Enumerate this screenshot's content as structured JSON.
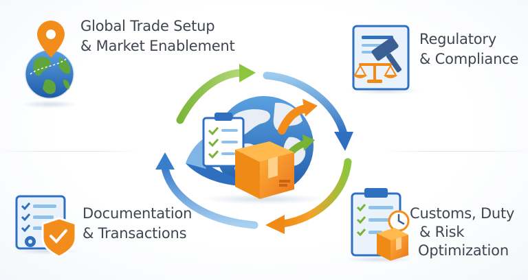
{
  "labels": {
    "top_left": {
      "line1": "Global Trade Setup",
      "line2": "& Market Enablement"
    },
    "top_right": {
      "line1": "Regulatory",
      "line2": "& Compliance"
    },
    "bottom_left": {
      "line1": "Documentation",
      "line2": "& Transactions"
    },
    "bottom_right": {
      "line1": "Customs, Duty",
      "line2": "& Risk",
      "line3": "Optimization"
    }
  },
  "icons": {
    "top_left": "globe-with-location-pin-icon",
    "top_right": "gavel-and-scales-document-icon",
    "bottom_left": "checklist-document-with-shield-icon",
    "bottom_right": "clipboard-with-box-and-clock-icon",
    "center": "globe-with-box-and-checklist-icon"
  },
  "colors": {
    "text": "#3f4652",
    "blue": "#2f6fc0",
    "light_blue": "#8ec0ea",
    "green": "#79b335",
    "orange": "#f28c1a"
  }
}
